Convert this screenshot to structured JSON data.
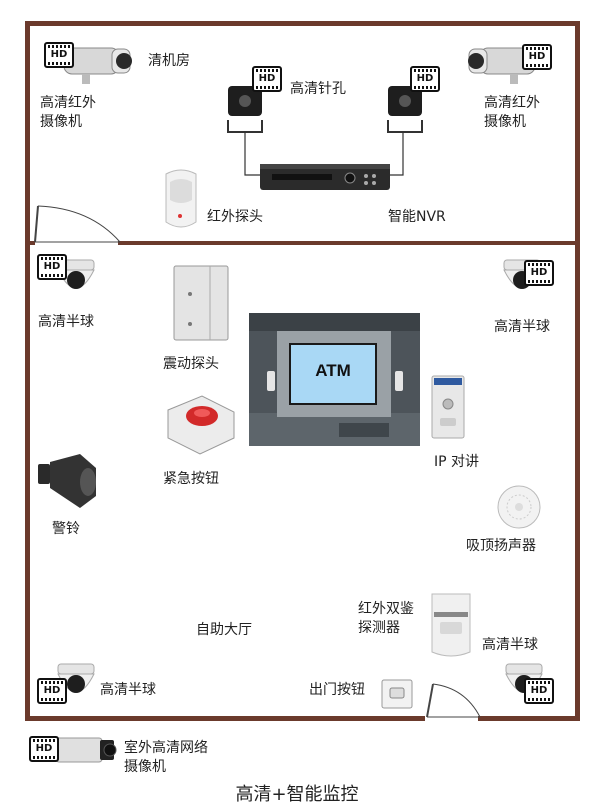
{
  "room_labels": {
    "server_room": "清机房",
    "self_service_hall": "自助大厅"
  },
  "devices": {
    "hd_ir_camera_left": [
      "高清红外",
      "摄像机"
    ],
    "hd_ir_camera_right": [
      "高清红外",
      "摄像机"
    ],
    "hd_pinhole": "高清针孔",
    "ir_probe": "红外探头",
    "smart_nvr": "智能NVR",
    "hd_dome_left_top": "高清半球",
    "hd_dome_right_top": "高清半球",
    "vibration_probe": "震动探头",
    "emergency_button": "紧急按钮",
    "alarm_bell": "警铃",
    "ip_intercom": "IP 对讲",
    "ceiling_speaker": "吸顶扬声器",
    "ir_dual_detector": [
      "红外双鉴",
      "探测器"
    ],
    "hd_dome_right_bottom": "高清半球",
    "hd_dome_left_bottom": "高清半球",
    "exit_button": "出门按钮",
    "outdoor_camera": [
      "室外高清网络",
      "摄像机"
    ]
  },
  "atm": {
    "screen_text": "ATM"
  },
  "hd_badge": "HD",
  "caption": "高清+智能监控",
  "colors": {
    "wall": "#6b3a2c",
    "atm_screen": "#a9d8f5",
    "button_red": "#d22a2a"
  }
}
